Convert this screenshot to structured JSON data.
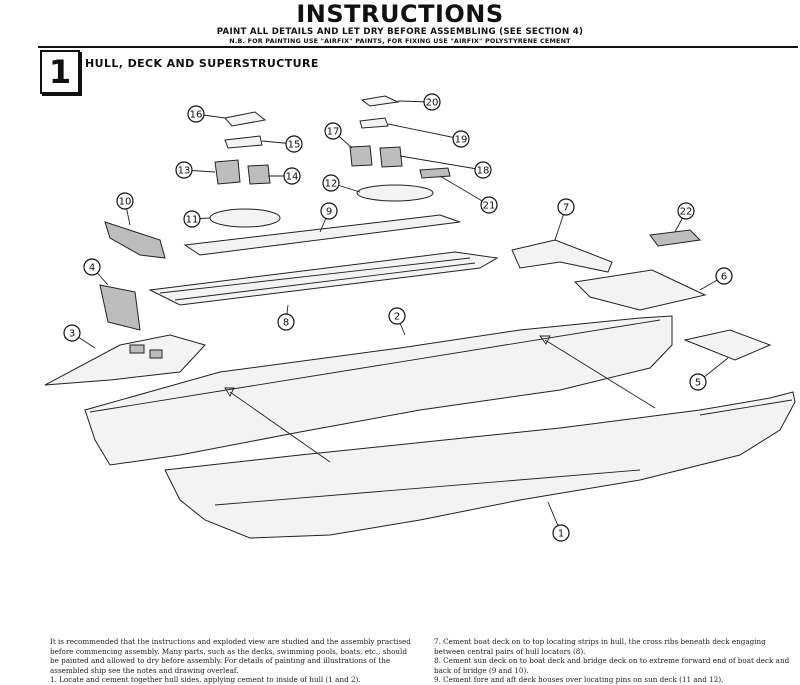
{
  "header": {
    "title": "INSTRUCTIONS",
    "subtitle": "PAINT ALL DETAILS AND LET DRY BEFORE ASSEMBLING (SEE SECTION 4)",
    "note": "N.B. FOR PAINTING USE \"AIRFIX\" PAINTS, FOR FIXING USE \"AIRFIX\" POLYSTYRENE CEMENT"
  },
  "section": {
    "number": "1",
    "title": "HULL, DECK AND SUPERSTRUCTURE"
  },
  "callouts": [
    "1",
    "2",
    "3",
    "4",
    "5",
    "6",
    "7",
    "8",
    "9",
    "10",
    "11",
    "12",
    "13",
    "14",
    "15",
    "16",
    "17",
    "18",
    "19",
    "20",
    "21",
    "22"
  ],
  "notes": {
    "intro": "It is recommended that the instructions and exploded view are studied and the assembly practised before commencing assembly. Many parts, such as the decks, swimming pools, boats, etc., should be painted and allowed to dry before assembly. For details of painting and illustrations of the assembled ship see the notes and drawing overleaf.",
    "step1": "1. Locate and cement together hull sides, applying cement to inside of hull (1 and 2).",
    "step7": "7. Cement boat deck on to top locating strips in hull, the cross ribs beneath deck engaging between central pairs of hull locators (8).",
    "step8": "8. Cement sun deck on to boat deck and bridge deck on to extreme forward end of boat deck and back of bridge (9 and 10).",
    "step9": "9. Cement fore and aft deck houses over locating pins on sun deck (11 and 12)."
  }
}
